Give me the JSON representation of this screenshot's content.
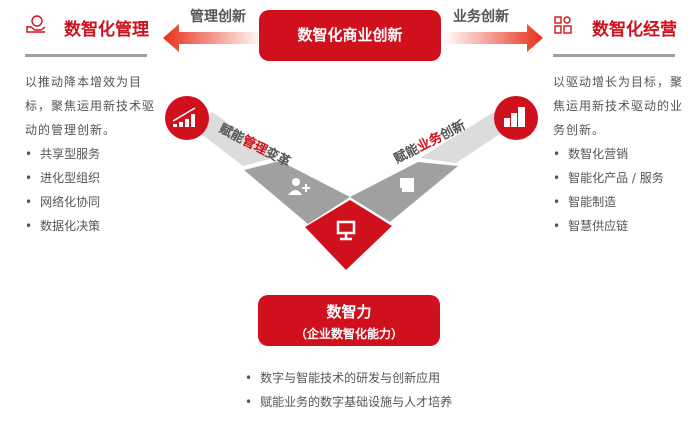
{
  "center": {
    "title": "数智化商业创新",
    "left_arrow": "管理创新",
    "right_arrow": "业务创新"
  },
  "left": {
    "title": "数智化管理",
    "icon": "hand-money-icon",
    "desc": "以推动降本增效为目标，聚焦运用新技术驱动的管理创新。",
    "items": [
      "共享型服务",
      "进化型组织",
      "网络化协同",
      "数据化决策"
    ]
  },
  "right": {
    "title": "数智化经营",
    "icon": "grid-apps-icon",
    "desc": "以驱动增长为目标，聚焦运用新技术驱动的业务创新。",
    "items": [
      "数智化营销",
      "智能化产品 / 服务",
      "智能制造",
      "智慧供应链"
    ]
  },
  "v_diagram": {
    "left_label_pre": "赋能",
    "left_label_hl": "管理",
    "left_label_post": "变革",
    "right_label_pre": "赋能",
    "right_label_hl": "业务",
    "right_label_post": "创新"
  },
  "bottom": {
    "title": "数智力",
    "subtitle": "（企业数智化能力）",
    "items": [
      "数字与智能技术的研发与创新应用",
      "赋能业务的数字基础设施与人才培养"
    ]
  },
  "colors": {
    "accent": "#d0101c",
    "gray": "#a0a0a0",
    "light_gray": "#dcdcdc"
  }
}
